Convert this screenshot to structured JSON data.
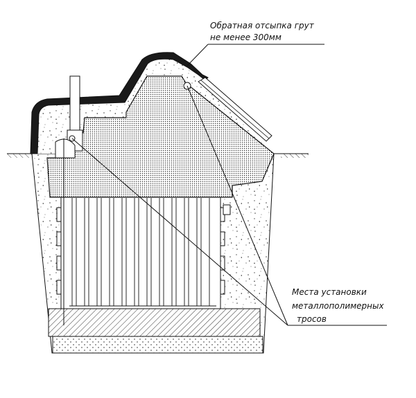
{
  "annotations": {
    "backfill_line1": "Обратная отсыпка грут",
    "backfill_line2": "не менее 300мм",
    "cables_line1": "Места установки",
    "cables_line2": "металлополимерных",
    "cables_line3": "тросов"
  },
  "colors": {
    "line": "#111111",
    "shell": "#1a1a1a",
    "background": "#ffffff"
  }
}
